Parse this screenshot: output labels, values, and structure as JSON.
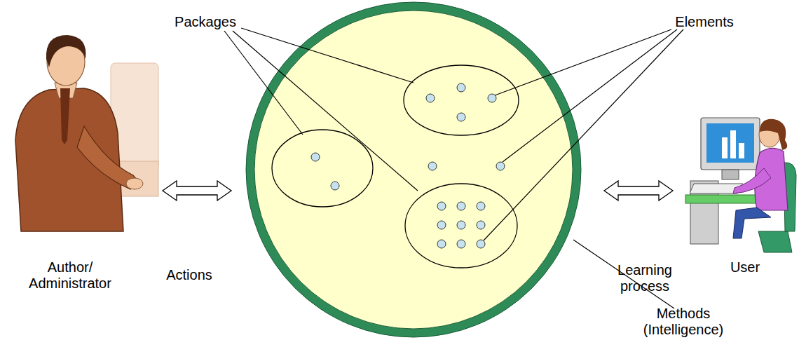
{
  "diagram": {
    "labels": [
      "Packages",
      "Elements",
      "Author/ Administrator",
      "Actions",
      "Learning process",
      "User",
      "Methods (Intelligence)"
    ]
  }
}
